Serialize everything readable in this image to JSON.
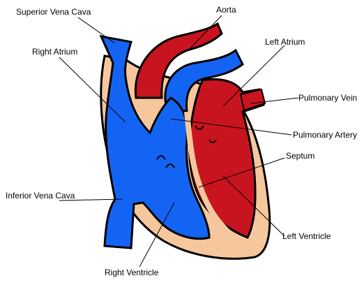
{
  "diagram": {
    "labels": {
      "superior_vena_cava": "Superior Vena Cava",
      "aorta": "Aorta",
      "left_atrium": "Left Atrium",
      "right_atrium": "Right Atrium",
      "pulmonary_vein": "Pulmonary Vein",
      "pulmonary_artery": "Pulmonary Artery",
      "septum": "Septum",
      "inferior_vena_cava": "Inferior Vena Cava",
      "left_ventricle": "Left Ventricle",
      "right_ventricle": "Right Ventricle"
    },
    "colors": {
      "deoxygenated_blue": "#1464f4",
      "oxygenated_red": "#c8141e",
      "heart_wall_peach": "#f6c79d",
      "outline": "#000000"
    }
  }
}
